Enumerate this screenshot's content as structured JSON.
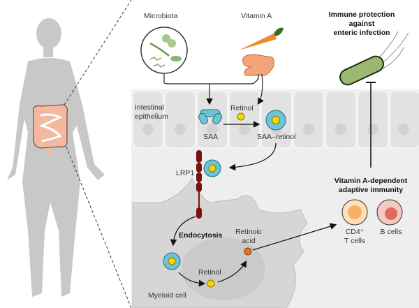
{
  "labels": {
    "microbiota": "Microbiota",
    "vitamin_a": "Vitamin A",
    "immune_protection": [
      "Immune protection",
      "against",
      "enteric infection"
    ],
    "intestinal_epithelium": [
      "Intestinal",
      "epithelium"
    ],
    "retinol_top": "Retinol",
    "saa": "SAA",
    "saa_retinol": "SAA–retinol",
    "lrp1": "LRP1",
    "adaptive_immunity": [
      "Vitamin A-dependent",
      "adaptive immunity"
    ],
    "cd4": [
      "CD4⁺",
      "T cells"
    ],
    "b_cells": "B cells",
    "endocytosis": "Endocytosis",
    "retinoic_acid": [
      "Retinoic",
      "acid"
    ],
    "retinol_bottom": "Retinol",
    "myeloid_cell": "Myeloid cell"
  },
  "colors": {
    "body_silhouette": "#c8c8c8",
    "intestine": "#f2b9a0",
    "epithelium": "#e6e6e6",
    "saa_protein": "#6cc4d6",
    "retinol": "#f5d800",
    "retinoic_acid": "#e8731a",
    "lrp1": "#7a1010",
    "bacterium": "#9ab872",
    "cd4_cell": "#f7c07a",
    "b_cell": "#e57a6e"
  }
}
